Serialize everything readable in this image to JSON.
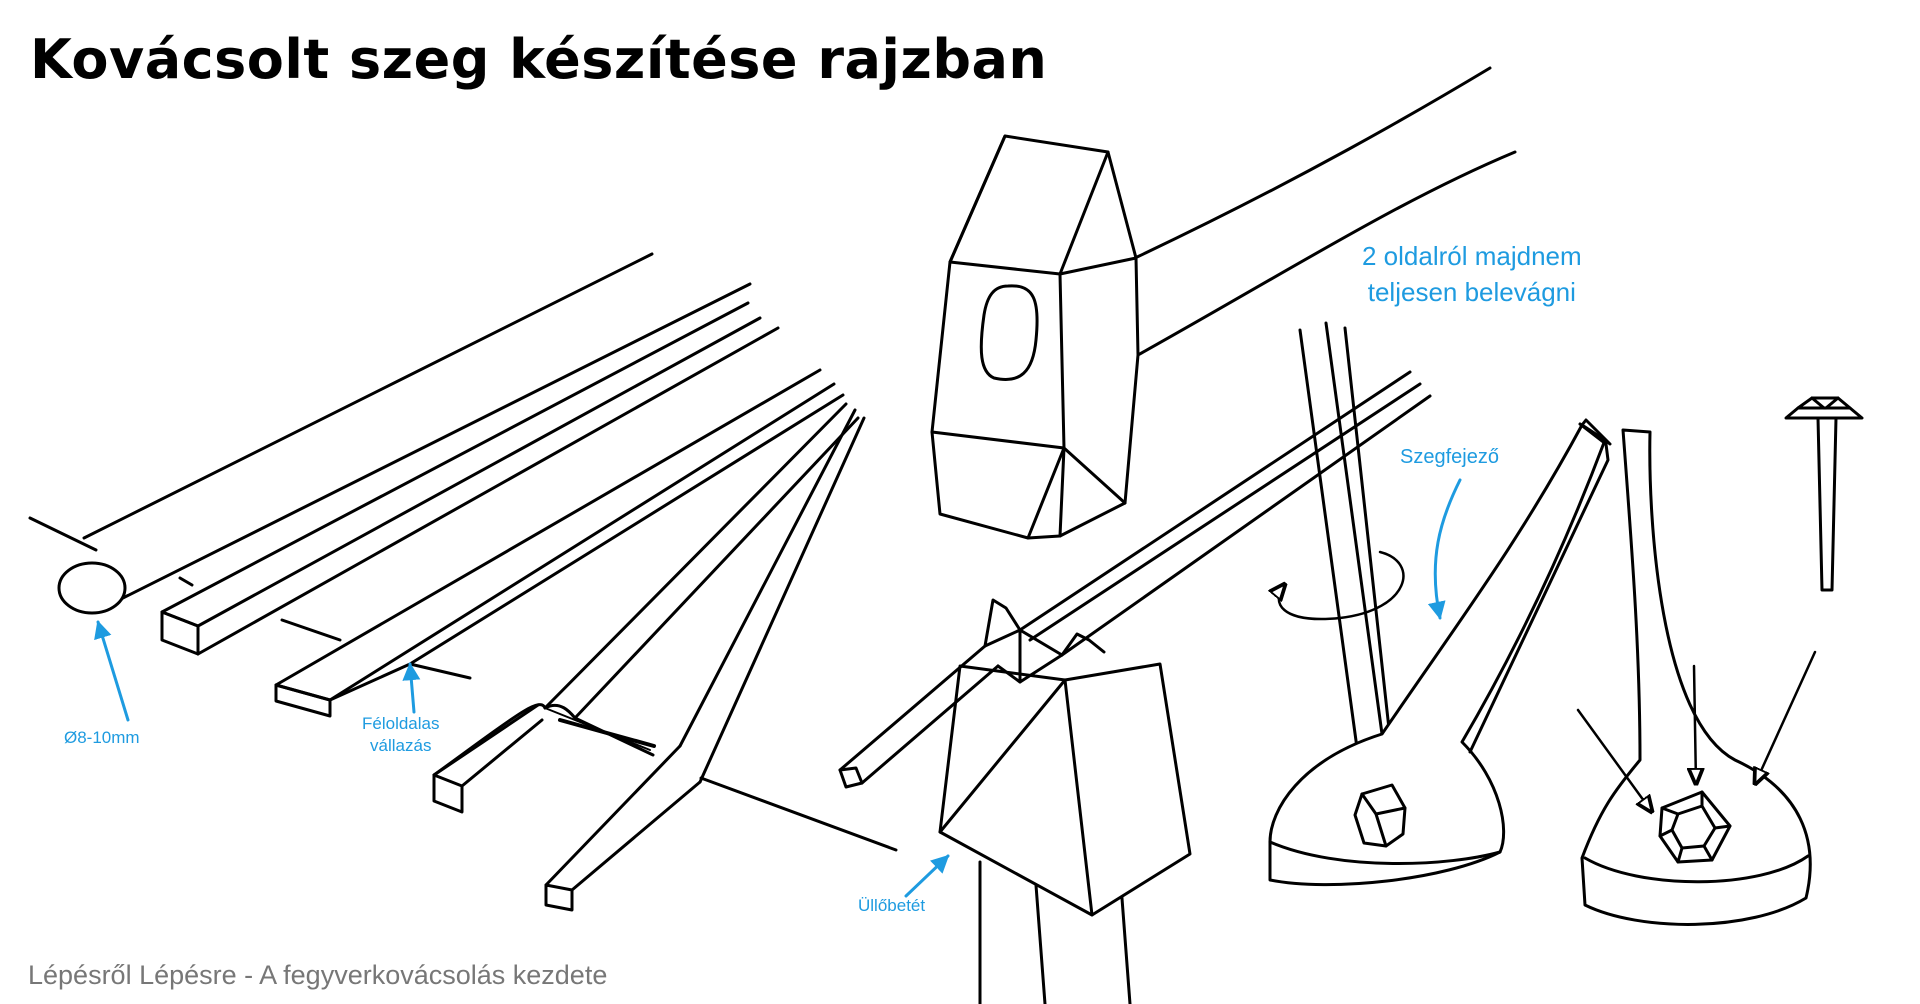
{
  "title": "Kovácsolt szeg készítése rajzban",
  "footer": "Lépésről Lépésre - A fegyverkovácsolás kezdete",
  "annotations": {
    "diameter": "Ø8-10mm",
    "shoulder_line1": "Féloldalas",
    "shoulder_line2": "vállazás",
    "anvil_insert": "Üllőbetét",
    "nail_header": "Szegfejező",
    "cut_line1": "2 oldalról majdnem",
    "cut_line2": "teljesen belevágni"
  },
  "colors": {
    "annotation": "#1e9be0",
    "outline": "#000000",
    "footer": "#777777"
  }
}
